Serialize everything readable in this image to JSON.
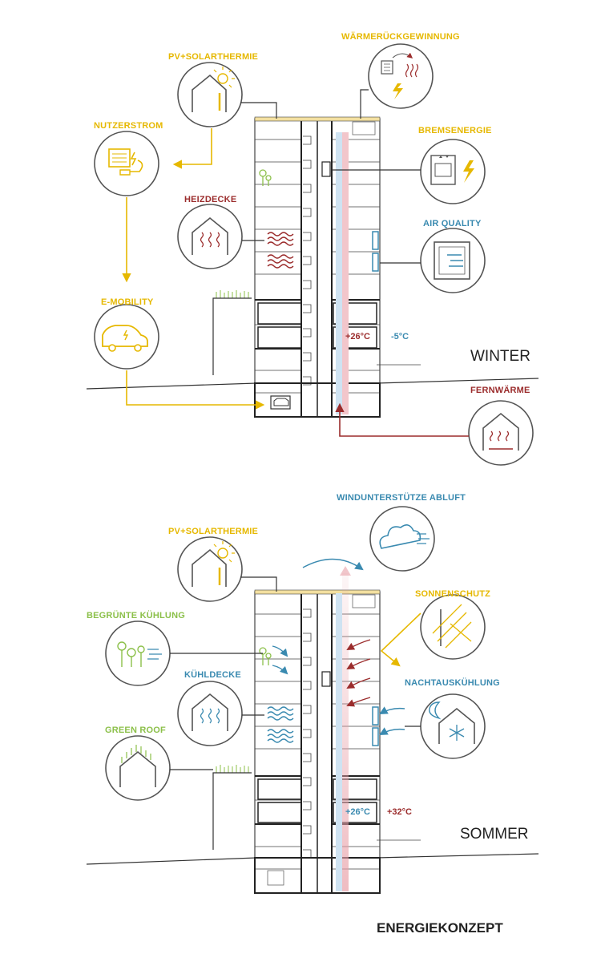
{
  "colors": {
    "yellow": "#e6b800",
    "red": "#9b2c2c",
    "blue": "#3a8ab0",
    "green": "#8cc04a",
    "dark": "#222222"
  },
  "winter": {
    "season": "WINTER",
    "labels": {
      "pv": "PV+SOLARTHERMIE",
      "heat_recovery": "WÄRMERÜCKGEWINNUNG",
      "user_power": "NUTZERSTROM",
      "brake_energy": "BREMSENERGIE",
      "heating_ceiling": "HEIZDECKE",
      "air_quality": "AIR QUALITY",
      "emobility": "E-MOBILITY",
      "district_heating": "FERNWÄRME"
    },
    "temp_inside": "+26°C",
    "temp_outside": "-5°C"
  },
  "summer": {
    "season": "SOMMER",
    "labels": {
      "wind_exhaust": "WINDUNTERSTÜTZE ABLUFT",
      "pv": "PV+SOLARTHERMIE",
      "sun_shading": "SONNENSCHUTZ",
      "green_cooling": "BEGRÜNTE KÜHLUNG",
      "cooling_ceiling": "KÜHLDECKE",
      "night_cooling": "NACHTAUSKÜHLUNG",
      "green_roof": "GREEN ROOF"
    },
    "temp_inside": "+26°C",
    "temp_outside": "+32°C"
  },
  "footer": {
    "title": "ENERGIEKONZEPT"
  }
}
